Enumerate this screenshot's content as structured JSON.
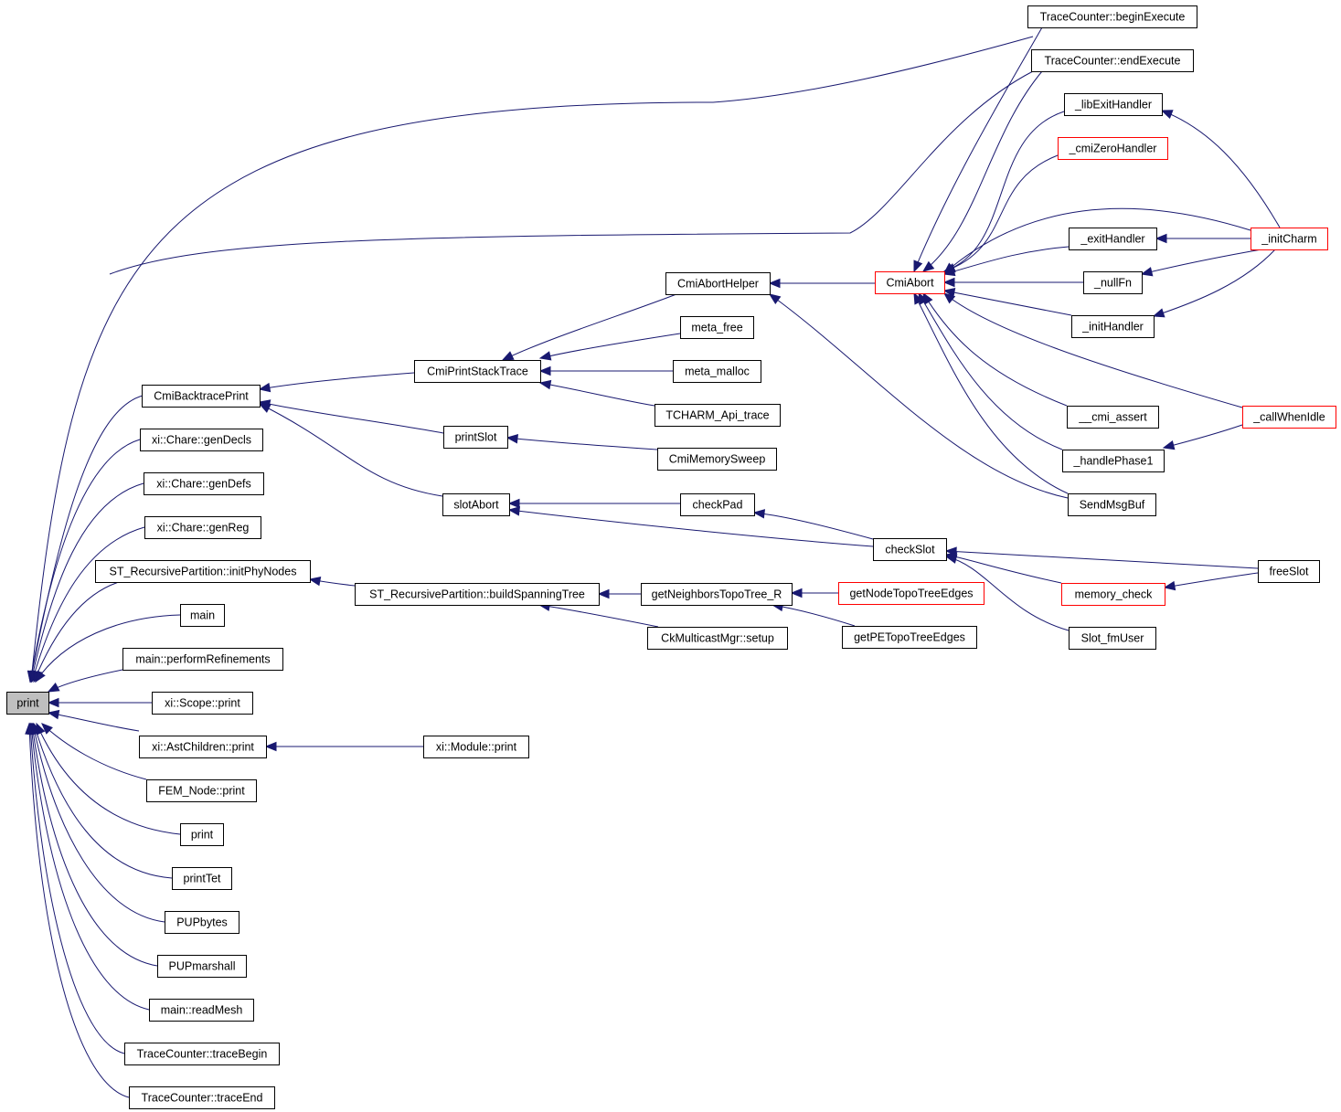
{
  "colors": {
    "edge": "#191970",
    "node_border": "#000000",
    "node_border_truncated": "#ff0000",
    "root_fill": "#bfbfbf",
    "background": "#ffffff"
  },
  "nodes": {
    "print_root": {
      "label": "print",
      "truncated": false,
      "root": true
    },
    "traceBeginExecute": {
      "label": "TraceCounter::beginExecute",
      "truncated": false
    },
    "traceEndExecute": {
      "label": "TraceCounter::endExecute",
      "truncated": false
    },
    "libExitHandler": {
      "label": "_libExitHandler",
      "truncated": false
    },
    "cmiZeroHandler": {
      "label": "_cmiZeroHandler",
      "truncated": true
    },
    "exitHandler": {
      "label": "_exitHandler",
      "truncated": false
    },
    "initCharm": {
      "label": "_initCharm",
      "truncated": true
    },
    "cmiAbortHelper": {
      "label": "CmiAbortHelper",
      "truncated": false
    },
    "cmiAbort": {
      "label": "CmiAbort",
      "truncated": true
    },
    "nullFn": {
      "label": "_nullFn",
      "truncated": false
    },
    "metaFree": {
      "label": "meta_free",
      "truncated": false
    },
    "initHandler": {
      "label": "_initHandler",
      "truncated": false
    },
    "cmiPrintStackTrace": {
      "label": "CmiPrintStackTrace",
      "truncated": false
    },
    "metaMalloc": {
      "label": "meta_malloc",
      "truncated": false
    },
    "cmiBacktracePrint": {
      "label": "CmiBacktracePrint",
      "truncated": false
    },
    "tcharmApiTrace": {
      "label": "TCHARM_Api_trace",
      "truncated": false
    },
    "cmiAssert": {
      "label": "__cmi_assert",
      "truncated": false
    },
    "callWhenIdle": {
      "label": "_callWhenIdle",
      "truncated": true
    },
    "printSlot": {
      "label": "printSlot",
      "truncated": false
    },
    "xiGenDecls": {
      "label": "xi::Chare::genDecls",
      "truncated": false
    },
    "cmiMemorySweep": {
      "label": "CmiMemorySweep",
      "truncated": false
    },
    "handlePhase1": {
      "label": "_handlePhase1",
      "truncated": false
    },
    "xiGenDefs": {
      "label": "xi::Chare::genDefs",
      "truncated": false
    },
    "slotAbort": {
      "label": "slotAbort",
      "truncated": false
    },
    "checkPad": {
      "label": "checkPad",
      "truncated": false
    },
    "sendMsgBuf": {
      "label": "SendMsgBuf",
      "truncated": false
    },
    "xiGenReg": {
      "label": "xi::Chare::genReg",
      "truncated": false
    },
    "checkSlot": {
      "label": "checkSlot",
      "truncated": false
    },
    "freeSlot": {
      "label": "freeSlot",
      "truncated": false
    },
    "stInitPhyNodes": {
      "label": "ST_RecursivePartition::initPhyNodes",
      "truncated": false
    },
    "stBuildSpanningTree": {
      "label": "ST_RecursivePartition::buildSpanningTree",
      "truncated": false
    },
    "getNeighborsTopoTreeR": {
      "label": "getNeighborsTopoTree_R",
      "truncated": false
    },
    "getNodeTopoTreeEdges": {
      "label": "getNodeTopoTreeEdges",
      "truncated": true
    },
    "memoryCheck": {
      "label": "memory_check",
      "truncated": true
    },
    "mainFn": {
      "label": "main",
      "truncated": false
    },
    "ckMulticastSetup": {
      "label": "CkMulticastMgr::setup",
      "truncated": false
    },
    "getPETopoTreeEdges": {
      "label": "getPETopoTreeEdges",
      "truncated": false
    },
    "slotFmUser": {
      "label": "Slot_fmUser",
      "truncated": false
    },
    "mainPerformRefinements": {
      "label": "main::performRefinements",
      "truncated": false
    },
    "xiScopePrint": {
      "label": "xi::Scope::print",
      "truncated": false
    },
    "xiAstChildrenPrint": {
      "label": "xi::AstChildren::print",
      "truncated": false
    },
    "xiModulePrint": {
      "label": "xi::Module::print",
      "truncated": false
    },
    "femNodePrint": {
      "label": "FEM_Node::print",
      "truncated": false
    },
    "printFn": {
      "label": "print",
      "truncated": false
    },
    "printTet": {
      "label": "printTet",
      "truncated": false
    },
    "pupBytes": {
      "label": "PUPbytes",
      "truncated": false
    },
    "pupMarshall": {
      "label": "PUPmarshall",
      "truncated": false
    },
    "mainReadMesh": {
      "label": "main::readMesh",
      "truncated": false
    },
    "traceBegin": {
      "label": "TraceCounter::traceBegin",
      "truncated": false
    },
    "traceEnd": {
      "label": "TraceCounter::traceEnd",
      "truncated": false
    }
  },
  "edges": [
    {
      "from": "traceBeginExecute",
      "to": "print_root"
    },
    {
      "from": "traceEndExecute",
      "to": "print_root"
    },
    {
      "from": "cmiBacktracePrint",
      "to": "print_root"
    },
    {
      "from": "xiGenDecls",
      "to": "print_root"
    },
    {
      "from": "xiGenDefs",
      "to": "print_root"
    },
    {
      "from": "xiGenReg",
      "to": "print_root"
    },
    {
      "from": "stInitPhyNodes",
      "to": "print_root"
    },
    {
      "from": "mainFn",
      "to": "print_root"
    },
    {
      "from": "mainPerformRefinements",
      "to": "print_root"
    },
    {
      "from": "xiScopePrint",
      "to": "print_root"
    },
    {
      "from": "xiAstChildrenPrint",
      "to": "print_root"
    },
    {
      "from": "femNodePrint",
      "to": "print_root"
    },
    {
      "from": "printFn",
      "to": "print_root"
    },
    {
      "from": "printTet",
      "to": "print_root"
    },
    {
      "from": "pupBytes",
      "to": "print_root"
    },
    {
      "from": "pupMarshall",
      "to": "print_root"
    },
    {
      "from": "mainReadMesh",
      "to": "print_root"
    },
    {
      "from": "traceBegin",
      "to": "print_root"
    },
    {
      "from": "traceEnd",
      "to": "print_root"
    },
    {
      "from": "cmiPrintStackTrace",
      "to": "cmiBacktracePrint"
    },
    {
      "from": "printSlot",
      "to": "cmiBacktracePrint"
    },
    {
      "from": "slotAbort",
      "to": "cmiBacktracePrint"
    },
    {
      "from": "cmiAbortHelper",
      "to": "cmiPrintStackTrace"
    },
    {
      "from": "metaFree",
      "to": "cmiPrintStackTrace"
    },
    {
      "from": "metaMalloc",
      "to": "cmiPrintStackTrace"
    },
    {
      "from": "tcharmApiTrace",
      "to": "cmiPrintStackTrace"
    },
    {
      "from": "cmiAbort",
      "to": "cmiAbortHelper"
    },
    {
      "from": "sendMsgBuf",
      "to": "cmiAbortHelper"
    },
    {
      "from": "traceBeginExecute",
      "to": "cmiAbort"
    },
    {
      "from": "traceEndExecute",
      "to": "cmiAbort"
    },
    {
      "from": "libExitHandler",
      "to": "cmiAbort"
    },
    {
      "from": "cmiZeroHandler",
      "to": "cmiAbort"
    },
    {
      "from": "initCharm",
      "to": "cmiAbort"
    },
    {
      "from": "exitHandler",
      "to": "cmiAbort"
    },
    {
      "from": "nullFn",
      "to": "cmiAbort"
    },
    {
      "from": "initHandler",
      "to": "cmiAbort"
    },
    {
      "from": "callWhenIdle",
      "to": "cmiAbort"
    },
    {
      "from": "cmiAssert",
      "to": "cmiAbort"
    },
    {
      "from": "handlePhase1",
      "to": "cmiAbort"
    },
    {
      "from": "sendMsgBuf",
      "to": "cmiAbort"
    },
    {
      "from": "initCharm",
      "to": "libExitHandler"
    },
    {
      "from": "initCharm",
      "to": "exitHandler"
    },
    {
      "from": "initCharm",
      "to": "nullFn"
    },
    {
      "from": "initCharm",
      "to": "initHandler"
    },
    {
      "from": "callWhenIdle",
      "to": "handlePhase1"
    },
    {
      "from": "cmiMemorySweep",
      "to": "printSlot"
    },
    {
      "from": "checkPad",
      "to": "slotAbort"
    },
    {
      "from": "checkSlot",
      "to": "slotAbort"
    },
    {
      "from": "checkSlot",
      "to": "checkPad"
    },
    {
      "from": "freeSlot",
      "to": "checkSlot"
    },
    {
      "from": "memoryCheck",
      "to": "checkSlot"
    },
    {
      "from": "slotFmUser",
      "to": "checkSlot"
    },
    {
      "from": "freeSlot",
      "to": "memoryCheck"
    },
    {
      "from": "stBuildSpanningTree",
      "to": "stInitPhyNodes"
    },
    {
      "from": "getNeighborsTopoTreeR",
      "to": "stBuildSpanningTree"
    },
    {
      "from": "ckMulticastSetup",
      "to": "stBuildSpanningTree"
    },
    {
      "from": "getNodeTopoTreeEdges",
      "to": "getNeighborsTopoTreeR"
    },
    {
      "from": "getPETopoTreeEdges",
      "to": "getNeighborsTopoTreeR"
    },
    {
      "from": "xiModulePrint",
      "to": "xiAstChildrenPrint"
    }
  ]
}
